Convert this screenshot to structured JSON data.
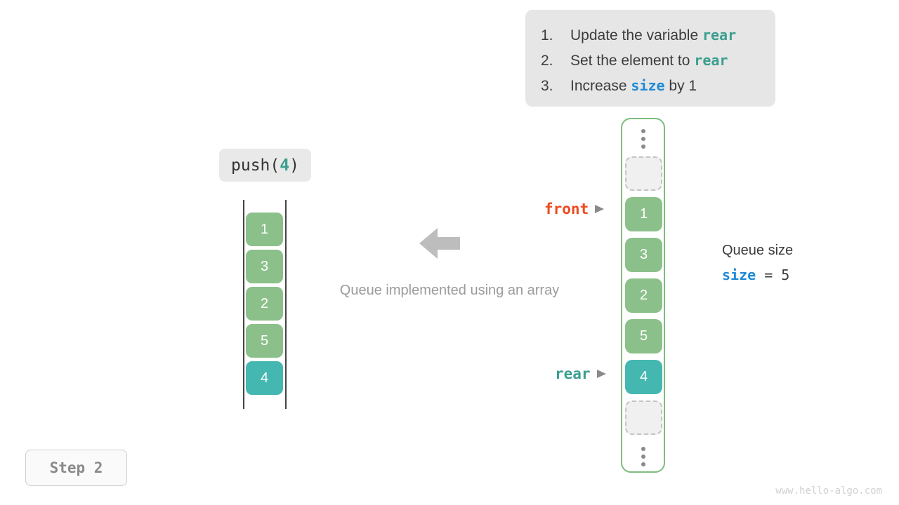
{
  "instructions": {
    "steps": [
      {
        "num": "1.",
        "pre": "Update the variable ",
        "kw": "rear",
        "kw_type": "rear",
        "post": ""
      },
      {
        "num": "2.",
        "pre": "Set the element to ",
        "kw": "rear",
        "kw_type": "rear",
        "post": ""
      },
      {
        "num": "3.",
        "pre": "Increase ",
        "kw": "size",
        "kw_type": "size",
        "post": " by 1"
      }
    ]
  },
  "operation": {
    "name": "push(",
    "arg": "4",
    "close": ")"
  },
  "left_array": {
    "cells": [
      {
        "value": "1",
        "color": "green"
      },
      {
        "value": "3",
        "color": "green"
      },
      {
        "value": "2",
        "color": "green"
      },
      {
        "value": "5",
        "color": "green"
      },
      {
        "value": "4",
        "color": "teal"
      }
    ]
  },
  "center": {
    "caption": "Queue implemented using an array",
    "arrow_icon": "arrow-left-icon",
    "arrow_color": "#bdbdbd"
  },
  "circular_array": {
    "slots": [
      {
        "kind": "dots",
        "value": ""
      },
      {
        "kind": "empty",
        "value": ""
      },
      {
        "kind": "green",
        "value": "1"
      },
      {
        "kind": "green",
        "value": "3"
      },
      {
        "kind": "green",
        "value": "2"
      },
      {
        "kind": "green",
        "value": "5"
      },
      {
        "kind": "teal",
        "value": "4"
      },
      {
        "kind": "empty",
        "value": ""
      },
      {
        "kind": "dots",
        "value": ""
      }
    ],
    "border_color": "#7dbd7f"
  },
  "pointers": {
    "front": {
      "label": "front",
      "color": "#ec4a1e"
    },
    "rear": {
      "label": "rear",
      "color": "#3a9e8f"
    }
  },
  "queue_size": {
    "title": "Queue size",
    "var": "size",
    "equals": " = ",
    "value": "5"
  },
  "step_badge": {
    "label": "Step 2"
  },
  "watermark": {
    "text": "www.hello-algo.com"
  },
  "colors": {
    "green_cell": "#8cc08a",
    "teal_cell": "#44b8b0",
    "rear_keyword": "#3a9e8f",
    "size_keyword": "#1f8ad6",
    "front_keyword": "#ec4a1e",
    "callout_bg": "#e6e6e6",
    "empty_slot_bg": "#f0f0f0"
  }
}
